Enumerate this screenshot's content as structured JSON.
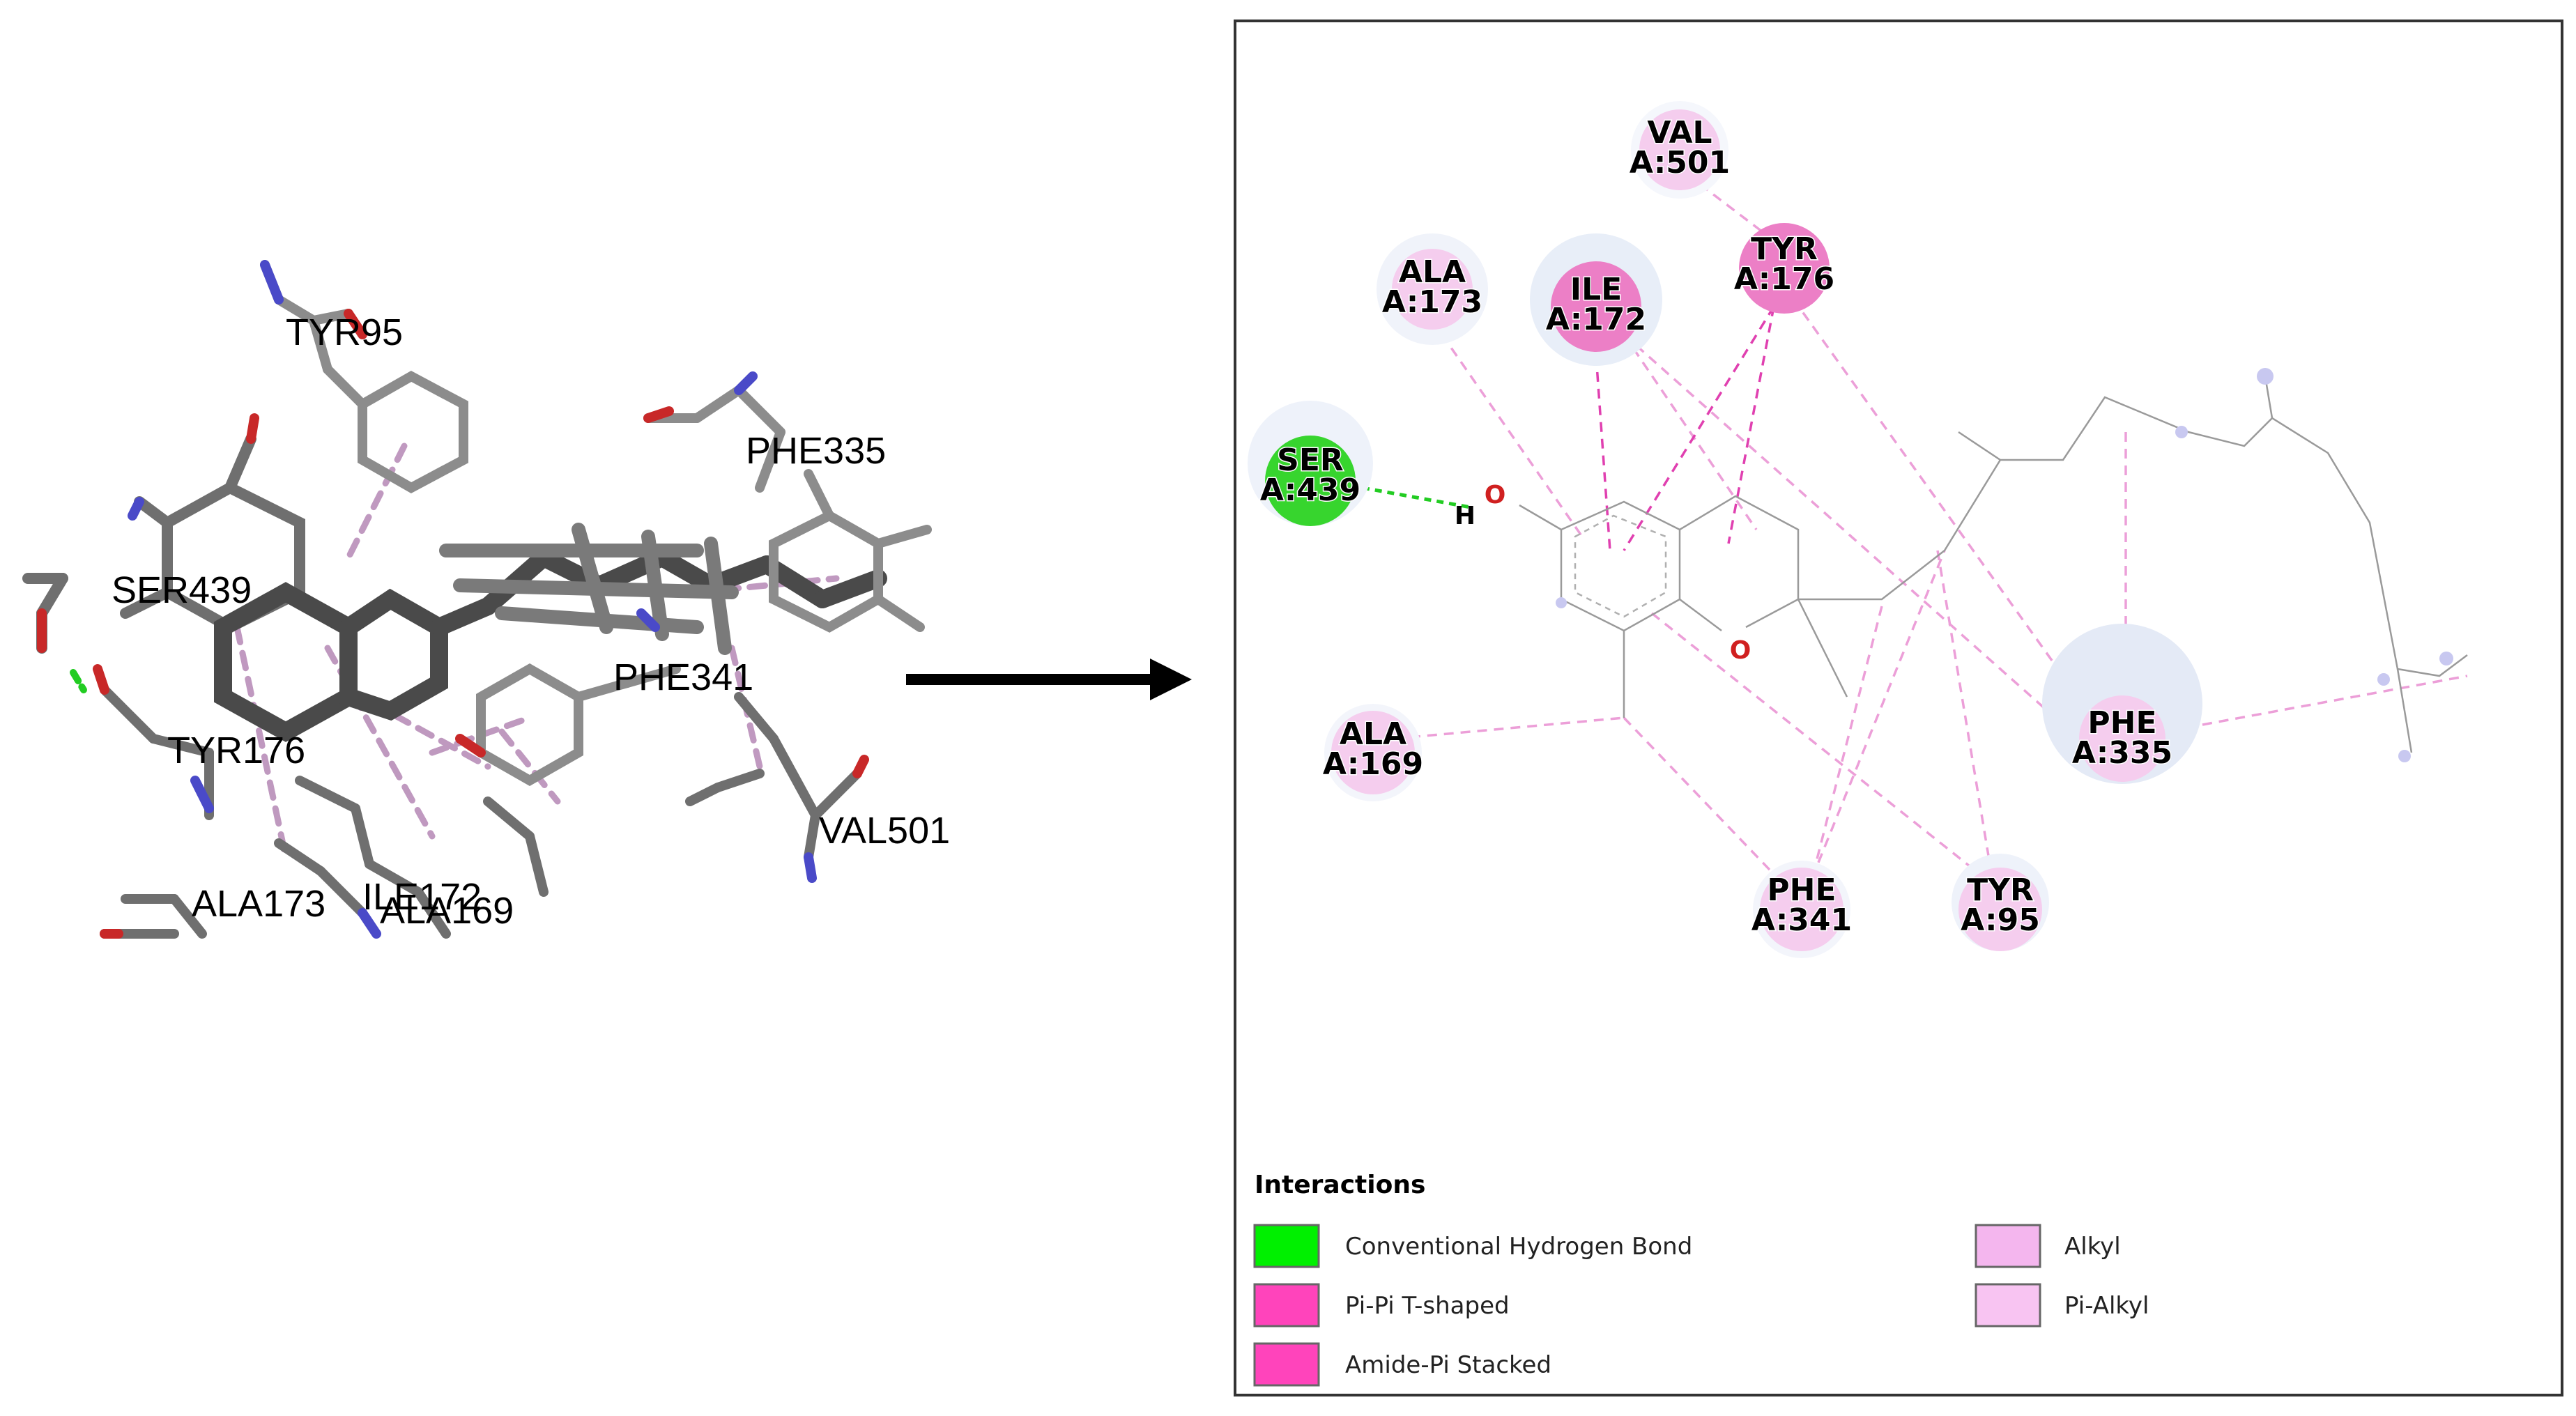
{
  "structure_labels": [
    "TYR95",
    "PHE335",
    "SER439",
    "PHE341",
    "TYR176",
    "VAL501",
    "ALA173",
    "ILE172",
    "ALA169"
  ],
  "residues": [
    {
      "id": "val501",
      "name": "VAL",
      "num": "A:501",
      "color": "#f3c6ef"
    },
    {
      "id": "ala173",
      "name": "ALA",
      "num": "A:173",
      "color": "#f3c6ef"
    },
    {
      "id": "ile172",
      "name": "ILE",
      "num": "A:172",
      "color": "#ec7fc6"
    },
    {
      "id": "tyr176",
      "name": "TYR",
      "num": "A:176",
      "color": "#ec7fc6"
    },
    {
      "id": "ser439",
      "name": "SER",
      "num": "A:439",
      "color": "#37d52e"
    },
    {
      "id": "ala169",
      "name": "ALA",
      "num": "A:169",
      "color": "#f3c6ef"
    },
    {
      "id": "phe335",
      "name": "PHE",
      "num": "A:335",
      "color": "#f3c6ef"
    },
    {
      "id": "phe341",
      "name": "PHE",
      "num": "A:341",
      "color": "#f3c6ef"
    },
    {
      "id": "tyr95",
      "name": "TYR",
      "num": "A:95",
      "color": "#f3c6ef"
    }
  ],
  "atoms": {
    "oxygen_label": "O",
    "hydrogen_label": "H",
    "ring_oxygen_label": "O"
  },
  "legend": {
    "title": "Interactions",
    "items": [
      {
        "label": "Conventional Hydrogen Bond",
        "color": "#00f000"
      },
      {
        "label": "Pi-Pi T-shaped",
        "color": "#ff44bb"
      },
      {
        "label": "Amide-Pi Stacked",
        "color": "#ff44bb"
      },
      {
        "label": "Alkyl",
        "color": "#f4b6ee"
      },
      {
        "label": "Pi-Alkyl",
        "color": "#f8c4f2"
      }
    ]
  },
  "colors": {
    "hbond": "#22cc22",
    "pi": "#e040b0",
    "alkyl": "#ee9fd9",
    "ligand": "#9a9a9a",
    "arrow": "#000000"
  }
}
